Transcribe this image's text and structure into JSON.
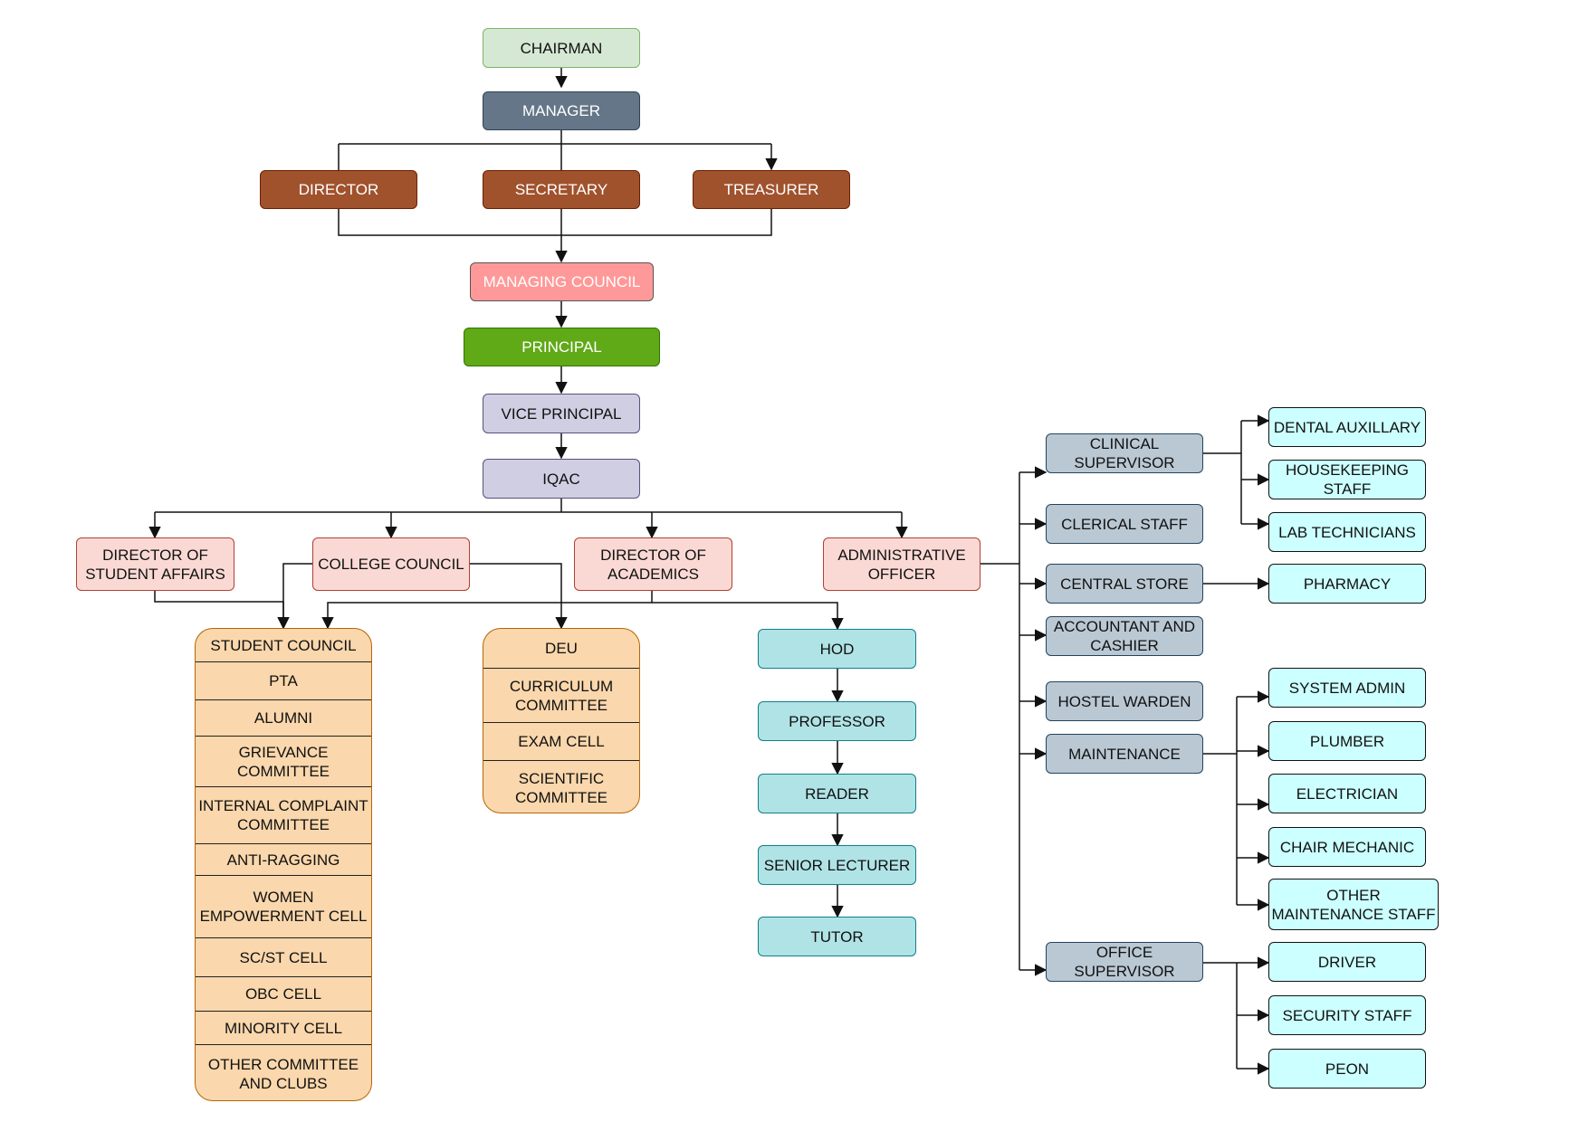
{
  "top": {
    "chairman": "CHAIRMAN",
    "manager": "MANAGER",
    "director": "DIRECTOR",
    "secretary": "SECRETARY",
    "treasurer": "TREASURER",
    "managing_council": "MANAGING COUNCIL",
    "principal": "PRINCIPAL",
    "vice_principal": "VICE PRINCIPAL",
    "iqac": "IQAC"
  },
  "level2": {
    "director_student_affairs": "DIRECTOR OF STUDENT AFFAIRS",
    "college_council": "COLLEGE COUNCIL",
    "director_academics": "DIRECTOR OF ACADEMICS",
    "administrative_officer": "ADMINISTRATIVE OFFICER"
  },
  "student_bodies": [
    "STUDENT COUNCIL",
    "PTA",
    "ALUMNI",
    "GRIEVANCE COMMITTEE",
    "INTERNAL COMPLAINT COMMITTEE",
    "ANTI-RAGGING",
    "WOMEN EMPOWERMENT CELL",
    "SC/ST CELL",
    "OBC CELL",
    "MINORITY CELL",
    "OTHER COMMITTEE AND CLUBS"
  ],
  "academic_bodies": [
    "DEU",
    "CURRICULUM COMMITTEE",
    "EXAM CELL",
    "SCIENTIFIC COMMITTEE"
  ],
  "faculty": [
    "HOD",
    "PROFESSOR",
    "READER",
    "SENIOR LECTURER",
    "TUTOR"
  ],
  "admin": {
    "clinical_supervisor": "CLINICAL SUPERVISOR",
    "clerical_staff": "CLERICAL STAFF",
    "central_store": "CENTRAL STORE",
    "accountant": "ACCOUNTANT AND CASHIER",
    "hostel_warden": "HOSTEL WARDEN",
    "maintenance": "MAINTENANCE",
    "office_supervisor": "OFFICE SUPERVISOR"
  },
  "clinical_staff": [
    "DENTAL AUXILLARY",
    "HOUSEKEEPING STAFF",
    "LAB TECHNICIANS"
  ],
  "store_staff": [
    "PHARMACY"
  ],
  "maintenance_staff": [
    "SYSTEM ADMIN",
    "PLUMBER",
    "ELECTRICIAN",
    "CHAIR MECHANIC",
    "OTHER MAINTENANCE STAFF"
  ],
  "office_staff": [
    "DRIVER",
    "SECURITY STAFF",
    "PEON"
  ],
  "colors": {
    "chairman": "#d5e8d4",
    "manager": "#647687",
    "officers": "#a0522d",
    "managing_council": "#ff9999",
    "principal": "#60a917",
    "vice_principal": "#d0cee2",
    "level2": "#fad9d5",
    "committees": "#fad7ac",
    "faculty": "#b0e3e6",
    "admin": "#bac8d3",
    "staff": "#ccffff"
  }
}
